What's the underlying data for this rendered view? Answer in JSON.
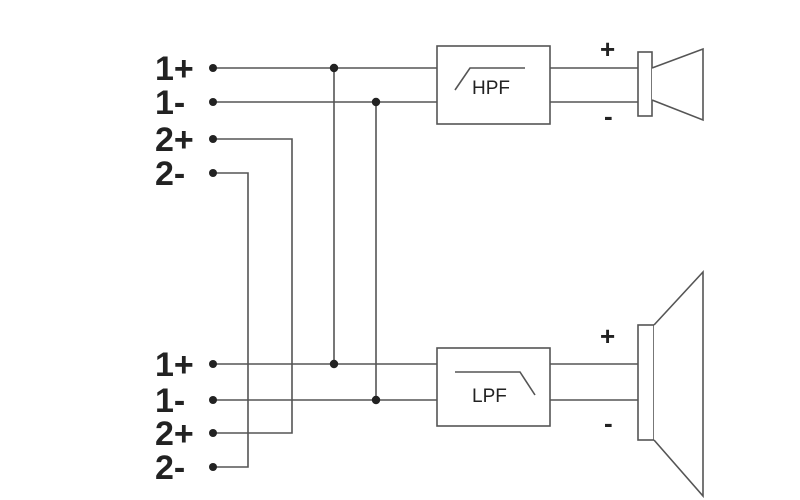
{
  "terminals_top": [
    "1+",
    "1-",
    "2+",
    "2-"
  ],
  "terminals_bottom": [
    "1+",
    "1-",
    "2+",
    "2-"
  ],
  "filters": {
    "hpf": "HPF",
    "lpf": "LPF"
  },
  "tweeter": {
    "plus": "+",
    "minus": "-"
  },
  "woofer": {
    "plus": "+",
    "minus": "-"
  },
  "colors": {
    "wire": "#555555",
    "text": "#222222",
    "background": "#ffffff"
  }
}
